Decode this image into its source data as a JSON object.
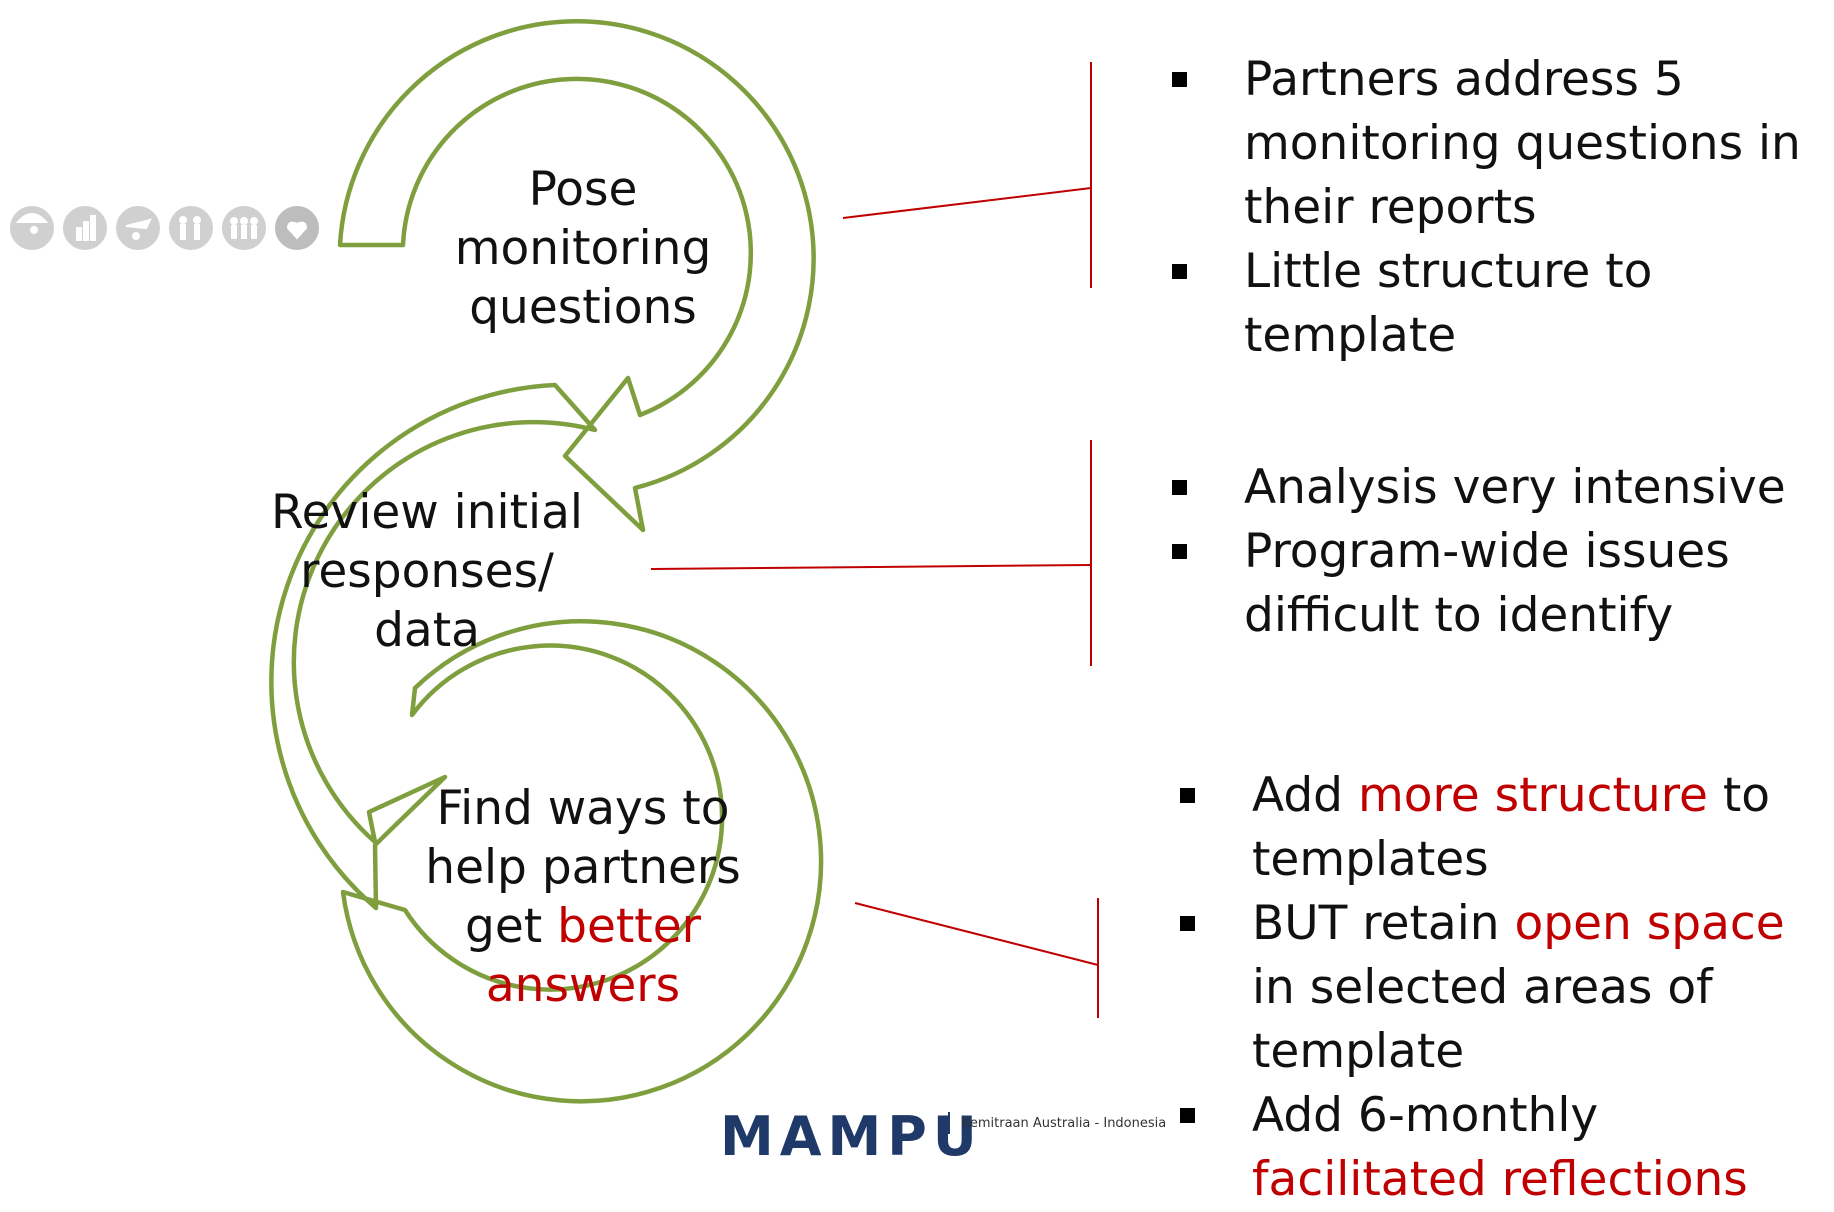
{
  "stages": [
    {
      "id": "pose",
      "lines": [
        "Pose",
        "monitoring",
        "questions"
      ]
    },
    {
      "id": "review",
      "lines": [
        "Review initial",
        "responses/",
        "data"
      ]
    },
    {
      "id": "find",
      "lines": [
        "Find ways to",
        "help partners",
        "get ",
        "better",
        "answers"
      ]
    }
  ],
  "notes": {
    "group1": [
      "Partners address 5 monitoring questions in their reports",
      "Little structure to template"
    ],
    "group2": [
      "Analysis very intensive",
      "Program-wide issues difficult to identify"
    ],
    "group3": {
      "item1": {
        "a": "Add ",
        "b": "more structure",
        "c": " to templates"
      },
      "item2": {
        "a": "BUT retain ",
        "b": "open space",
        "c": " in selected areas of template"
      },
      "item3": {
        "a": "Add 6-monthly ",
        "b": "facilitated reflections"
      }
    }
  },
  "logo": {
    "wordmark": "MAMPU",
    "tagline": "Kemitraan Australia - Indonesia"
  },
  "icons": [
    "umbrella-person-icon",
    "bar-chart-person-icon",
    "plane-person-icon",
    "family-icon",
    "group-icon",
    "group-heart-icon"
  ],
  "colors": {
    "arrow": "#7f9f3f",
    "connector": "#c00000",
    "highlight": "#c00000"
  }
}
